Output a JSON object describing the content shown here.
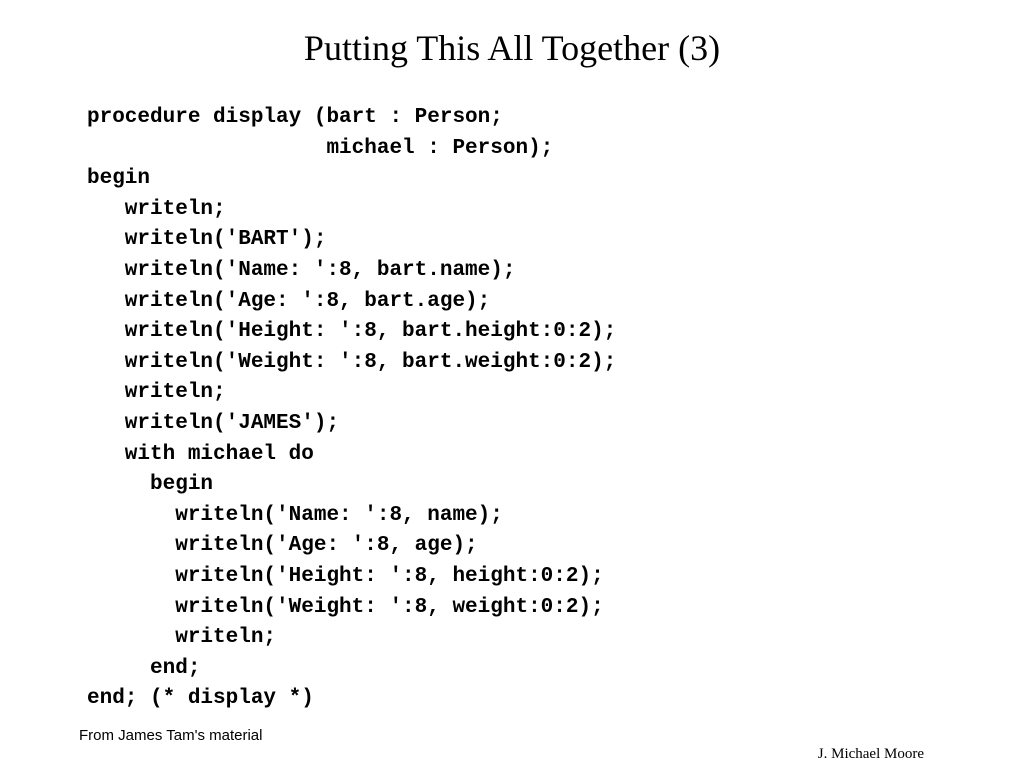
{
  "slide": {
    "title": "Putting This All Together (3)",
    "code_lines": [
      "procedure display (bart : Person;",
      "                   michael : Person);",
      "begin",
      "   writeln;",
      "   writeln('BART');",
      "   writeln('Name: ':8, bart.name);",
      "   writeln('Age: ':8, bart.age);",
      "   writeln('Height: ':8, bart.height:0:2);",
      "   writeln('Weight: ':8, bart.weight:0:2);",
      "   writeln;",
      "   writeln('JAMES');",
      "   with michael do",
      "     begin",
      "       writeln('Name: ':8, name);",
      "       writeln('Age: ':8, age);",
      "       writeln('Height: ':8, height:0:2);",
      "       writeln('Weight: ':8, weight:0:2);",
      "       writeln;",
      "     end;",
      "end; (* display *)"
    ],
    "source_credit": "From James Tam's material",
    "author": "J. Michael Moore"
  }
}
